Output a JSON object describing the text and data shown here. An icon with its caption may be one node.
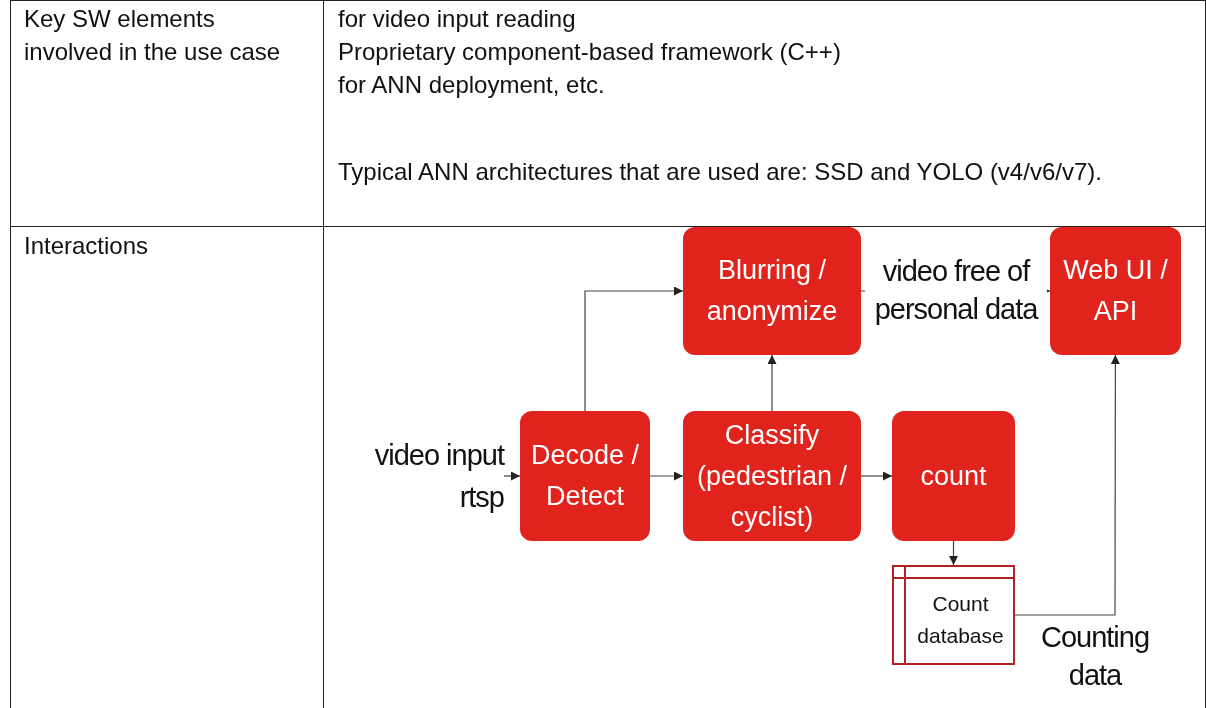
{
  "diagram": {
    "nodes": [
      {
        "text": [
          "Blurring / anonymize"
        ]
      },
      {
        "text": [
          "Web UI / API"
        ]
      },
      {
        "text": [
          "video input rtsp"
        ]
      },
      {
        "text": [
          "Decode / Detect"
        ]
      },
      {
        "text": [
          "Classify (pedestrian / cyclist)"
        ]
      },
      {
        "text": [
          "count"
        ]
      },
      {
        "text": [
          "Count database"
        ]
      }
    ],
    "edges": [
      {
        "from": 2,
        "to": 3,
        "arrow": "to"
      },
      {
        "from": 3,
        "to": 0,
        "arrow": "to"
      },
      {
        "from": 3,
        "to": 4,
        "arrow": "to"
      },
      {
        "from": 4,
        "to": 0,
        "arrow": "to"
      },
      {
        "from": 4,
        "to": 5,
        "arrow": "to"
      },
      {
        "from": 0,
        "to": 1,
        "arrow": "to",
        "label": "video free of personal data"
      },
      {
        "from": 5,
        "to": 6,
        "arrow": "to"
      },
      {
        "from": 6,
        "to": 1,
        "arrow": "to",
        "label": "Counting data"
      }
    ],
    "labels": [
      "Key SW elements involved in the use case",
      "for video input reading",
      "Proprietary component-based framework (C++)",
      "for ANN deployment, etc.",
      "Typical ANN architectures that are used are: SSD and YOLO (v4/v6/v7).",
      "Interactions"
    ]
  }
}
